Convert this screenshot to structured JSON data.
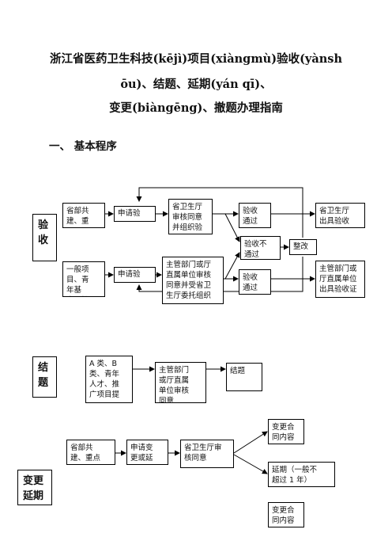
{
  "title": {
    "line1": "浙江省医药卫生科技(kējì)项目(xiàngmù)验收(yànsh",
    "line2": "ōu)、结题、延期(yán qī)、",
    "line3": "变更(biàngēng)、撤题办理指南"
  },
  "section_heading": "一、 基本程序",
  "acceptance": {
    "side_label": "验\n收",
    "top_source": "省部共\n建、重",
    "top_apply": "申请验",
    "top_review": "省卫生厅\n审核同意\n并组织验",
    "pass_top": "验收\n通过",
    "issue_top": "省卫生厅\n出具验收",
    "fail": "验收不\n通过",
    "rectify": "整改",
    "bottom_source": "一般项\n目、青\n年基\n金、推",
    "bottom_apply": "申请验",
    "bottom_review": "主管部门或厅\n直属单位审核\n同意并受省卫\n生厅委托组织",
    "pass_bottom": "验收\n通过",
    "issue_bottom": "主管部门或\n厅直属单位\n出具验收证"
  },
  "conclusion": {
    "side_label": "结\n题",
    "source": "A 类、B\n类、青年\n人才、推\n广项目提",
    "review": "主管部门\n或厅直属\n单位审核\n同意",
    "result": "结题"
  },
  "change_extension": {
    "side_label": "变更\n延期",
    "source": "省部共\n建、重点",
    "apply": "申请变\n更或延",
    "review": "省卫生厅审\n核同意",
    "change_top": "变更合\n同内容",
    "extension": "延期（一般不\n超过 1 年）",
    "change_bottom": "变更合\n同内容"
  }
}
